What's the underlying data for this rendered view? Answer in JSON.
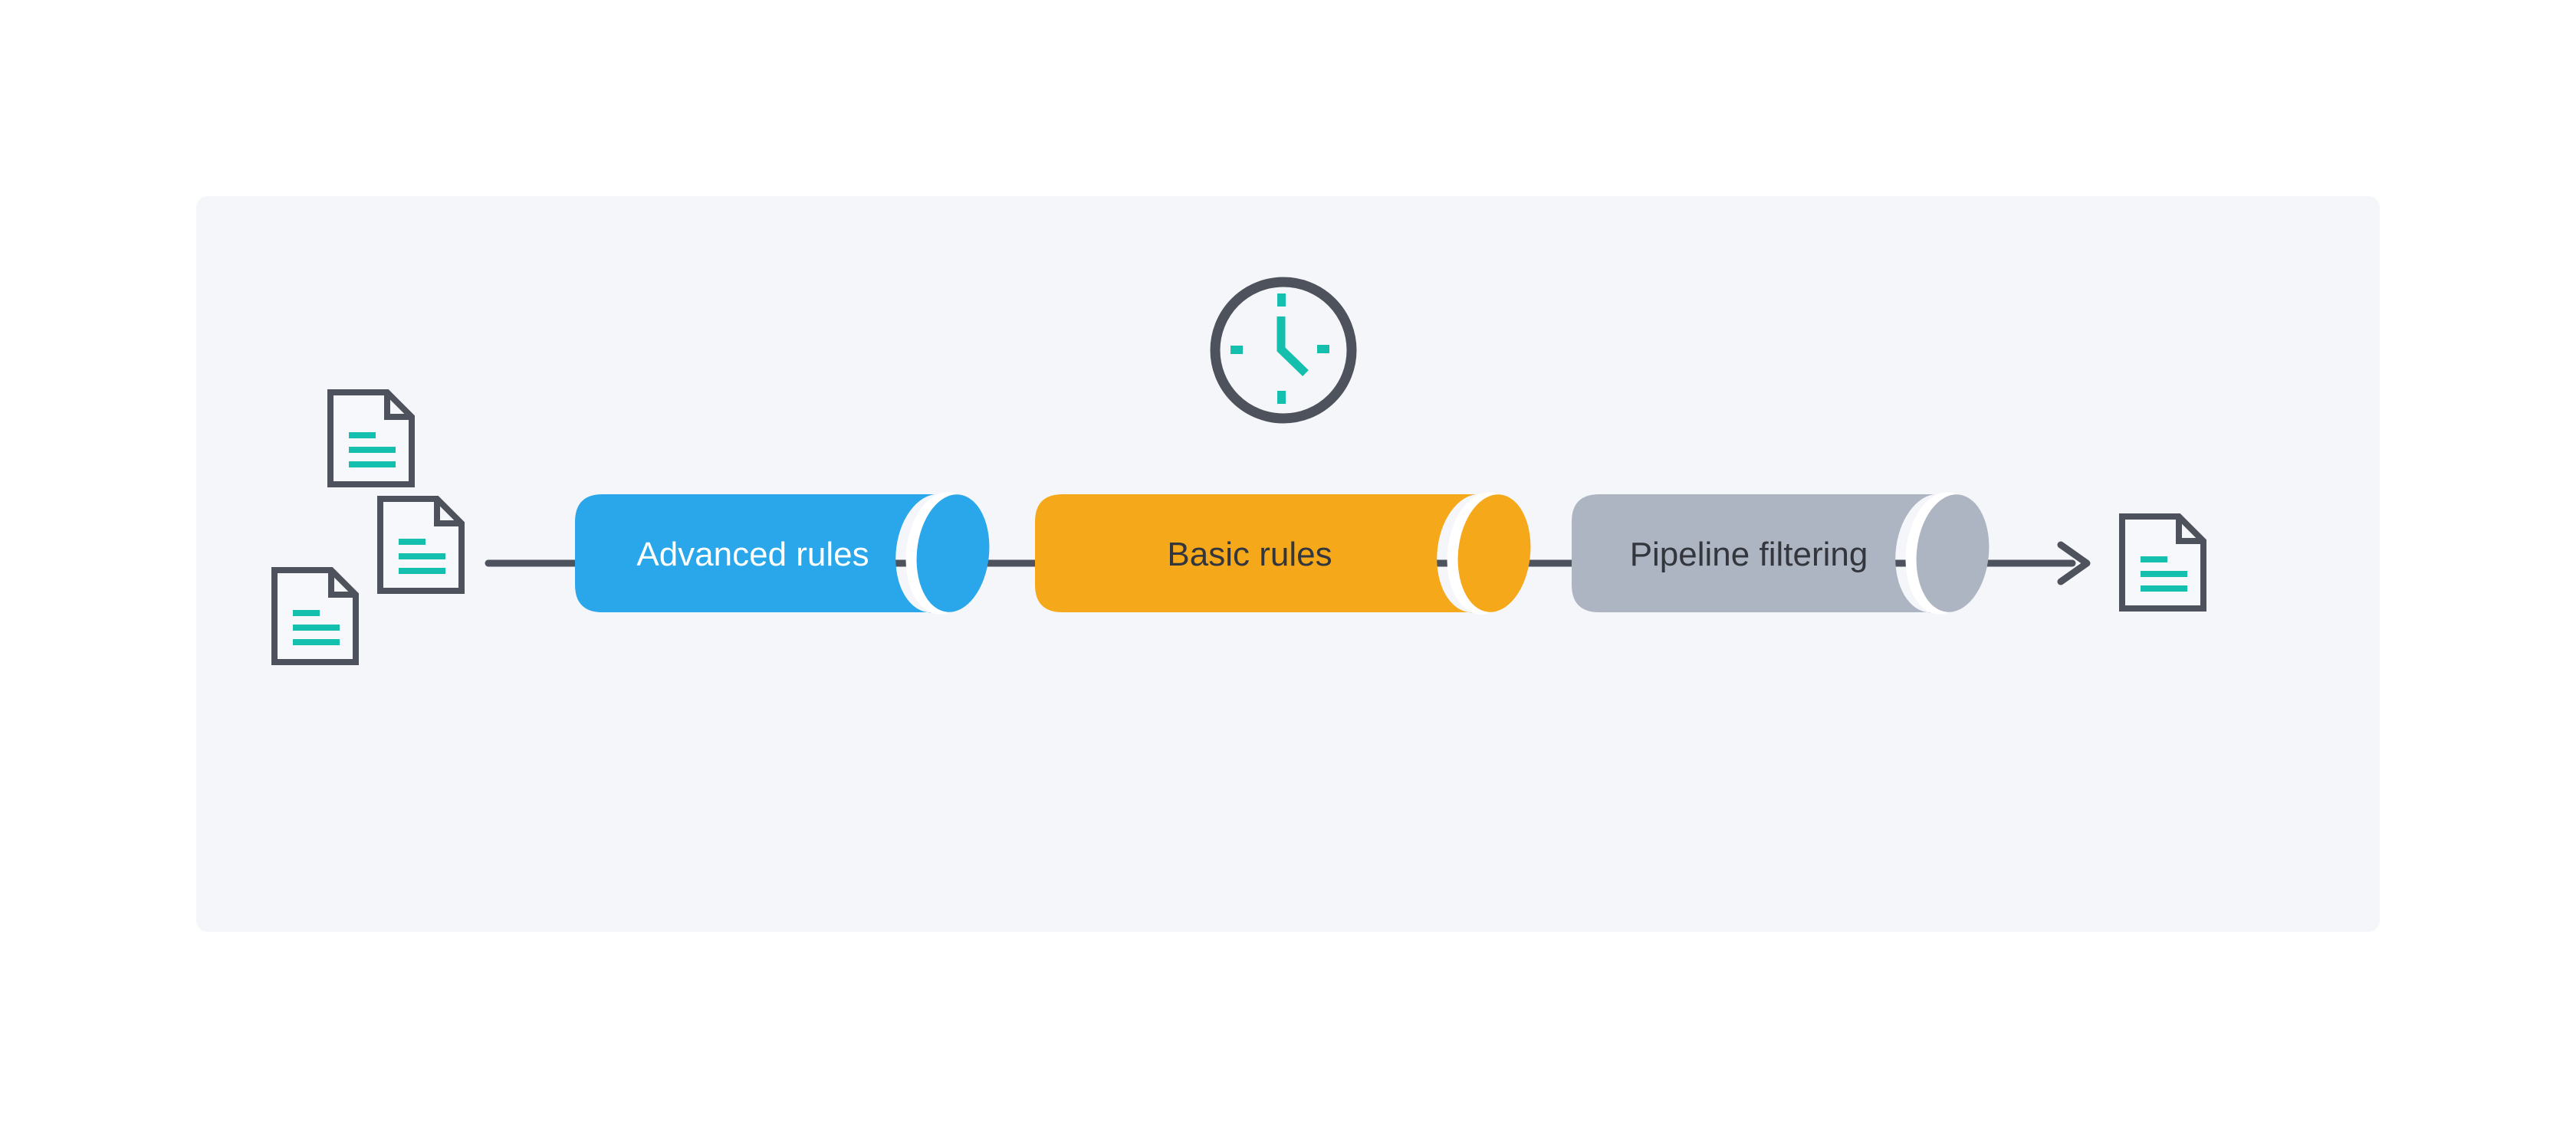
{
  "canvas": {
    "background": "#FFFFFF",
    "panel_background": "#F5F6FA"
  },
  "palette": {
    "outline_dark": "#4D525C",
    "teal": "#15BFAD",
    "white_gap": "#FFFFFF"
  },
  "pipeline": {
    "stages": [
      {
        "id": "advanced-rules",
        "label": "Advanced rules",
        "fill": "#29A7EA",
        "text_color": "#FFFFFF"
      },
      {
        "id": "basic-rules",
        "label": "Basic rules",
        "fill": "#F6A81B",
        "text_color": "#33363D"
      },
      {
        "id": "pipeline-filtering",
        "label": "Pipeline filtering",
        "fill": "#AEB5C2",
        "text_color": "#33363D"
      }
    ],
    "icons": {
      "clock": "clock-icon",
      "input_documents": "document-icon",
      "output_document": "document-icon"
    }
  }
}
